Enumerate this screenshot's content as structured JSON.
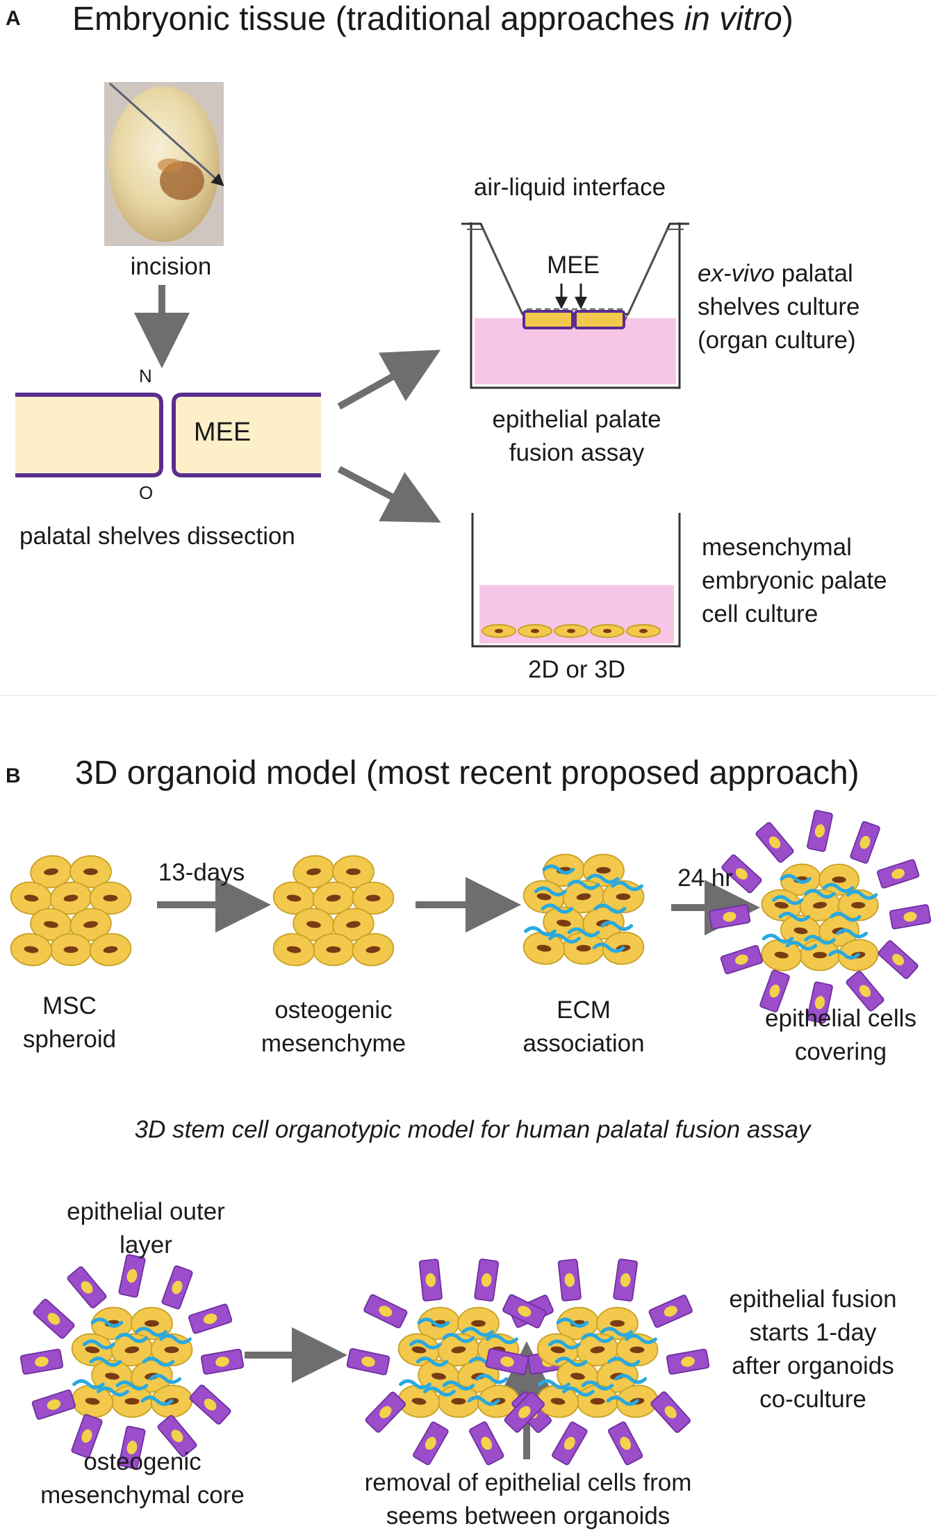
{
  "panel_a": {
    "letter": "A",
    "title_plain": "Embryonic tissue (traditional approaches ",
    "title_italic": "in vitro",
    "title_end": ")",
    "incision": "incision",
    "n_label": "N",
    "o_label": "O",
    "mee_label": "MEE",
    "dissection": "palatal shelves dissection",
    "air_liquid": "air-liquid interface",
    "mee_small": "MEE",
    "exvivo_italic": "ex-vivo",
    "exvivo_rest": " palatal",
    "exvivo_line2": "shelves culture",
    "exvivo_line3": "(organ culture)",
    "fusion_line1": "epithelial palate",
    "fusion_line2": "fusion assay",
    "mes_line1": "mesenchymal",
    "mes_line2": "embryonic palate",
    "mes_line3": "cell culture",
    "two_d": "2D or 3D"
  },
  "panel_b": {
    "letter": "B",
    "title": "3D organoid model (most recent proposed approach)",
    "arrow1": "13-days",
    "arrow3": "24 hr",
    "stage1_l1": "MSC",
    "stage1_l2": "spheroid",
    "stage2_l1": "osteogenic",
    "stage2_l2": "mesenchyme",
    "stage3_l1": "ECM",
    "stage3_l2": "association",
    "stage4_l1": "epithelial cells",
    "stage4_l2": "covering",
    "caption": "3D stem cell organotypic model for human palatal fusion assay",
    "outer_l1": "epithelial outer",
    "outer_l2": "layer",
    "core_l1": "osteogenic",
    "core_l2": "mesenchymal core",
    "fusion_l1": "epithelial fusion",
    "fusion_l2": "starts 1-day",
    "fusion_l3": "after organoids",
    "fusion_l4": "co-culture",
    "removal_l1": "removal of epithelial cells from",
    "removal_l2": "seems between organoids"
  },
  "colors": {
    "cell_fill": "#f2c94c",
    "cell_stroke": "#c9a227",
    "nucleus": "#7a3b12",
    "ecm": "#29a9e0",
    "epithelial": "#9b4dca",
    "epithelial_nucleus": "#f2d24b",
    "tissue": "#fdf0c8",
    "tissue_border": "#5b2d8e",
    "medium": "#f7c6e6",
    "arrow": "#6e6e6e"
  }
}
